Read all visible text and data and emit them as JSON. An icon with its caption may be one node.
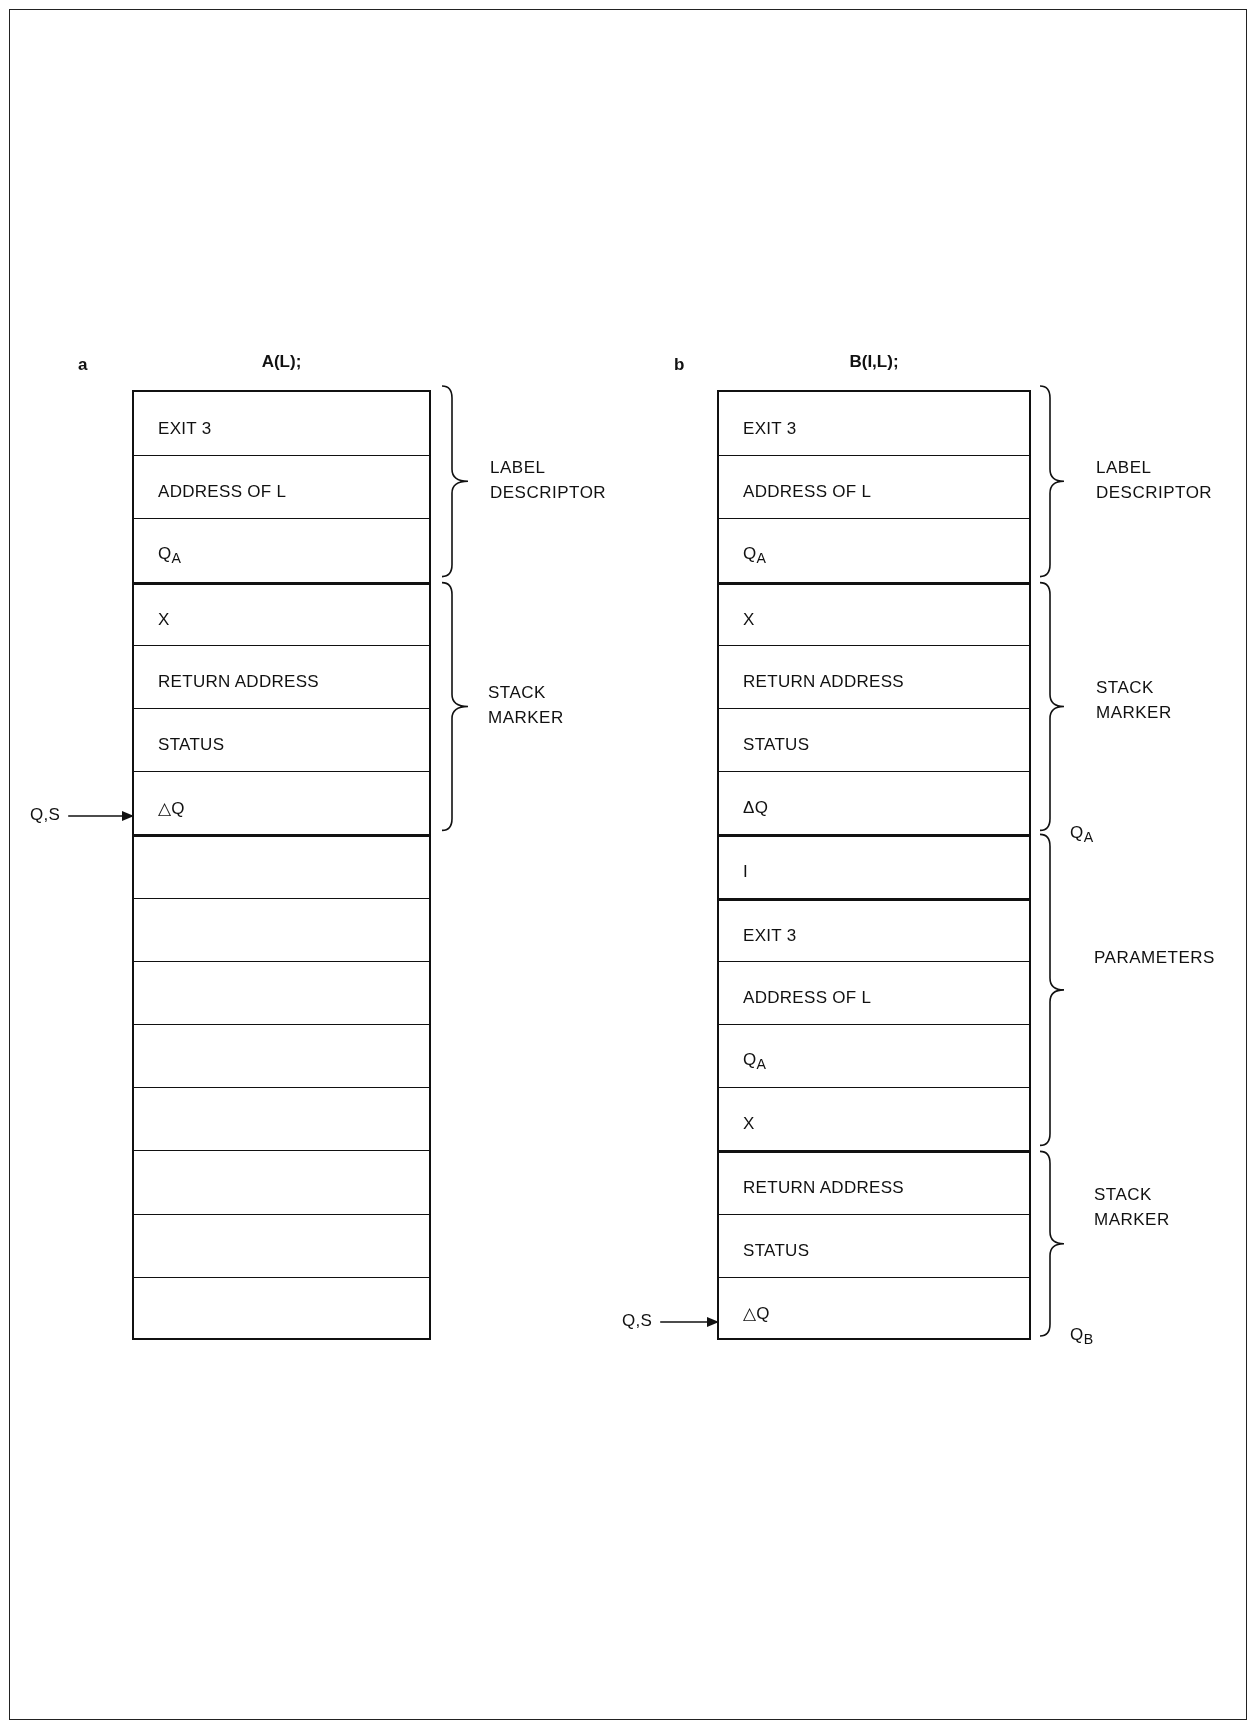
{
  "diagram": {
    "nodes": [
      {
        "text": [
          "A(L);"
        ]
      },
      {
        "text": [
          "EXIT 3"
        ],
        "in": 0
      },
      {
        "text": [
          "ADDRESS OF L"
        ],
        "in": 0
      },
      {
        "text": [
          "Q$_{A}$"
        ],
        "in": 0
      },
      {
        "text": [
          "X"
        ],
        "in": 0
      },
      {
        "text": [
          "RETURN ADDRESS"
        ],
        "in": 0
      },
      {
        "text": [
          "STATUS"
        ],
        "in": 0
      },
      {
        "text": [
          "△Q"
        ],
        "in": 0
      },
      {
        "text": [],
        "shape": "box",
        "in": 0
      },
      {
        "text": [],
        "shape": "box",
        "in": 0
      },
      {
        "text": [],
        "shape": "box",
        "in": 0
      },
      {
        "text": [],
        "shape": "box",
        "in": 0
      },
      {
        "text": [],
        "shape": "box",
        "in": 0
      },
      {
        "text": [],
        "shape": "box",
        "in": 0
      },
      {
        "text": [],
        "shape": "box",
        "in": 0
      },
      {
        "text": [],
        "shape": "box",
        "in": 0
      },
      {
        "text": [
          "Q,S"
        ]
      },
      {
        "text": [
          "B(I,L);"
        ]
      },
      {
        "text": [
          "EXIT 3"
        ],
        "in": 17
      },
      {
        "text": [
          "ADDRESS OF L"
        ],
        "in": 17
      },
      {
        "text": [
          "Q$_{A}$"
        ],
        "in": 17
      },
      {
        "text": [
          "X"
        ],
        "in": 17
      },
      {
        "text": [
          "RETURN ADDRESS"
        ],
        "in": 17
      },
      {
        "text": [
          "STATUS"
        ],
        "in": 17
      },
      {
        "text": [
          "ΔQ"
        ],
        "in": 17
      },
      {
        "text": [
          "I"
        ],
        "in": 17
      },
      {
        "text": [
          "EXIT 3"
        ],
        "in": 17
      },
      {
        "text": [
          "ADDRESS OF L"
        ],
        "in": 17
      },
      {
        "text": [
          "Q$_{A}$"
        ],
        "in": 17
      },
      {
        "text": [
          "X"
        ],
        "in": 17
      },
      {
        "text": [
          "RETURN ADDRESS"
        ],
        "in": 17
      },
      {
        "text": [
          "STATUS"
        ],
        "in": 17
      },
      {
        "text": [
          "△Q"
        ],
        "in": 17
      },
      {
        "text": [
          "Q,S"
        ]
      }
    ],
    "edges": [
      {
        "from": 16,
        "to": 7,
        "arrow": "to"
      },
      {
        "from": 33,
        "to": 32,
        "arrow": "to"
      }
    ],
    "labels": [
      "a",
      "b",
      "LABEL DESCRIPTOR",
      "LABEL DESCRIPTOR",
      "STACK MARKER",
      "STACK MARKER",
      "Q$_{A}$",
      "PARAMETERS",
      "STACK MARKER",
      "Q$_{B}$"
    ]
  }
}
